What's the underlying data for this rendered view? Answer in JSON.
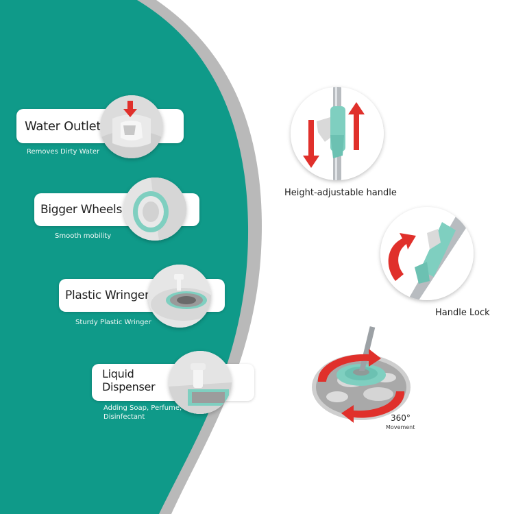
{
  "colors": {
    "teal": "#0f9a89",
    "grey_band": "#b9b9b9",
    "mint": "#7fcfc0",
    "red_arrow": "#e0302b"
  },
  "left_features": [
    {
      "title": "Water Outlet",
      "subtitle": "Removes Dirty Water",
      "icon": "water-outlet-icon"
    },
    {
      "title": "Bigger Wheels",
      "subtitle": "Smooth mobility",
      "icon": "wheel-icon"
    },
    {
      "title": "Plastic Wringer",
      "subtitle": "Sturdy Plastic Wringer",
      "icon": "wringer-icon"
    },
    {
      "title_line1": "Liquid",
      "title_line2": "Dispenser",
      "subtitle_line1": "Adding Soap, Perfume,",
      "subtitle_line2": "Disinfectant",
      "icon": "dispenser-icon"
    }
  ],
  "right_features": [
    {
      "label": "Height-adjustable handle",
      "icon": "handle-icon"
    },
    {
      "label": "Handle Lock",
      "icon": "lock-icon"
    },
    {
      "degree": "360°",
      "movement": "Movement",
      "icon": "mop-head-icon"
    }
  ]
}
